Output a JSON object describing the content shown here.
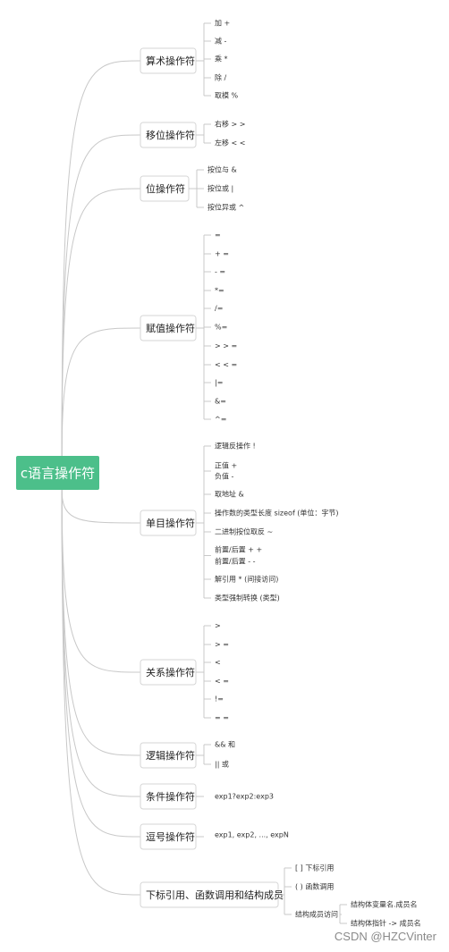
{
  "root": {
    "label": "c语言操作符",
    "color": "#4cbf8a"
  },
  "line_color": "#c8c8c8",
  "branches": [
    {
      "label": "算术操作符",
      "items": [
        "加 +",
        "减 -",
        "乘 *",
        "除 /",
        "取模 %"
      ]
    },
    {
      "label": "移位操作符",
      "items": [
        "右移 > >",
        "左移 < <"
      ]
    },
    {
      "label": "位操作符",
      "items": [
        "按位与 &",
        "按位或 |",
        "按位异或 ^"
      ]
    },
    {
      "label": "赋值操作符",
      "items": [
        "=",
        "+ =",
        "- =",
        "*=",
        "/=",
        "%=",
        "> > =",
        "< < =",
        "|=",
        "&=",
        "^="
      ]
    },
    {
      "label": "单目操作符",
      "items": [
        [
          "逻辑反操作 !"
        ],
        [
          "正值 +",
          "负值 -"
        ],
        [
          "取地址 &"
        ],
        [
          "操作数的类型长度 sizeof (单位：字节)"
        ],
        [
          "二进制按位取反 ~"
        ],
        [
          "前置/后置 + +",
          "前置/后置  - -"
        ],
        [
          "解引用 * (间接访问)"
        ],
        [
          "类型强制转换 (类型)"
        ]
      ]
    },
    {
      "label": "关系操作符",
      "items": [
        ">",
        "> =",
        "<",
        "< =",
        "!=",
        "= ="
      ]
    },
    {
      "label": "逻辑操作符",
      "items": [
        "&& 和",
        "|| 或"
      ]
    },
    {
      "label": "条件操作符",
      "items": [
        "exp1?exp2:exp3"
      ]
    },
    {
      "label": "逗号操作符",
      "items": [
        "exp1, exp2, ..., expN"
      ]
    },
    {
      "label": "下标引用、函数调用和结构成员",
      "items": [
        "[ ] 下标引用",
        "( ) 函数调用",
        {
          "label": "结构成员访问",
          "children": [
            "结构体变量名.成员名",
            "结构体指针 -> 成员名"
          ]
        }
      ]
    }
  ],
  "watermark": "CSDN @HZCVinter"
}
